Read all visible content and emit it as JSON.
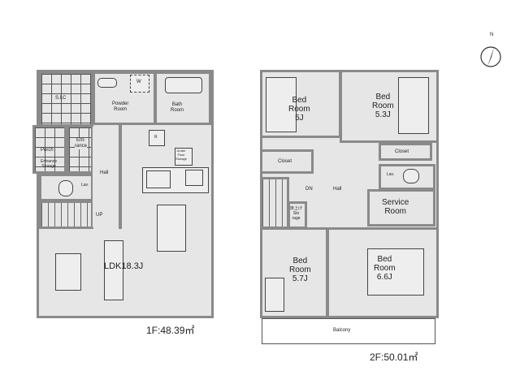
{
  "compass": {
    "north_label": "N"
  },
  "floor1": {
    "area_label": "1F:48.39㎡",
    "rooms": {
      "sic": "S.I.C",
      "powder": "Powder\nRoom",
      "washer": "W",
      "bath": "Bath\nRoom",
      "entrance": "Ent-\nrance",
      "porch": "Porch",
      "entrance_storage": "Entrance\nStorage",
      "lav": "Lav.",
      "hall": "Hall",
      "up": "UP",
      "fridge": "R",
      "under_floor": "Under\nFloor\nStorage",
      "ldk": "LDK18.3J"
    }
  },
  "floor2": {
    "area_label": "2F:50.01㎡",
    "rooms": {
      "bed1": "Bed\nRoom\n5J",
      "bed2": "Bed\nRoom\n5.3J",
      "closet1": "Closet",
      "closet2": "Closet",
      "dn": "DN",
      "hall": "Hall",
      "lav": "Lav.",
      "service": "Service\nRoom",
      "storage": "床上げ\nSto\nrage",
      "bed3": "Bed\nRoom\n5.7J",
      "bed4": "Bed\nRoom\n6.6J",
      "balcony": "Balcony"
    }
  }
}
